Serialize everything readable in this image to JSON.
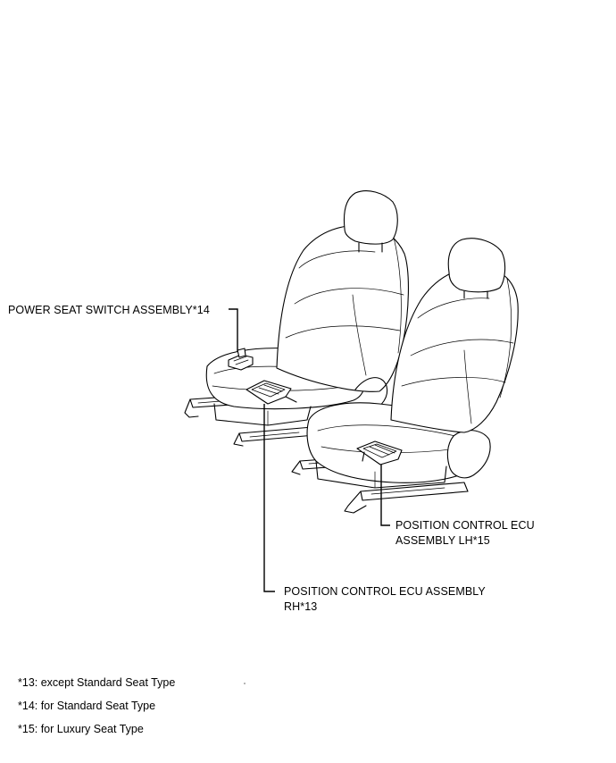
{
  "labels": {
    "power_seat_switch": "POWER SEAT SWITCH ASSEMBLY*14",
    "ecu_lh_line1": "POSITION CONTROL ECU",
    "ecu_lh_line2": "ASSEMBLY LH*15",
    "ecu_rh_line1": "POSITION CONTROL ECU ASSEMBLY",
    "ecu_rh_line2": "RH*13"
  },
  "notes": [
    "*13: except Standard Seat Type",
    "*14: for Standard Seat Type",
    "*15: for Luxury Seat Type"
  ]
}
